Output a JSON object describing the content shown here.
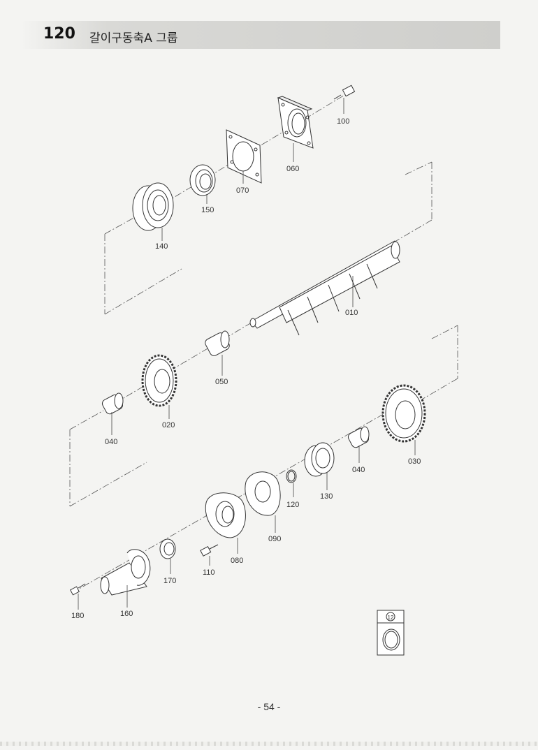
{
  "header": {
    "number": "120",
    "title": "갈이구동축A 그룹"
  },
  "parts": [
    {
      "label": "100"
    },
    {
      "label": "060"
    },
    {
      "label": "070"
    },
    {
      "label": "150"
    },
    {
      "label": "140"
    },
    {
      "label": "010"
    },
    {
      "label": "050"
    },
    {
      "label": "020"
    },
    {
      "label": "040"
    },
    {
      "label": "030"
    },
    {
      "label": "040"
    },
    {
      "label": "130"
    },
    {
      "label": "120"
    },
    {
      "label": "090"
    },
    {
      "label": "080"
    },
    {
      "label": "110"
    },
    {
      "label": "170"
    },
    {
      "label": "160"
    },
    {
      "label": "180"
    }
  ],
  "kit_badge": "12",
  "page_number": "- 54 -"
}
